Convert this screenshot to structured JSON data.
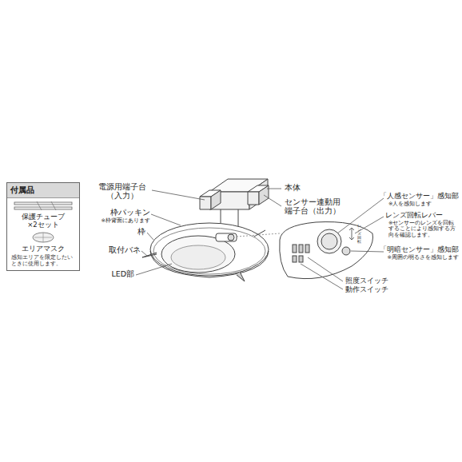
{
  "diagram": {
    "nodes": [
      {
        "text": [
          "付属品",
          "保護チューブ ×2セット",
          "エリアマスク",
          "感知エリアを限定したいときに使用します。"
        ]
      }
    ],
    "labels": [
      "電源用端子台 （入力）",
      "本体",
      "枠パッキン",
      "※枠背面にあります",
      "枠",
      "取付バネ",
      "LED部",
      "センサー連動用 端子台（出力）",
      "「人感センサー」感知部",
      "※人を感知します",
      "レンズ回転レバー",
      "※センサーのレンズを回転することにより感知する方向を確認します。",
      "「明暗センサー」感知部",
      "※周囲の明るさを感知します",
      "照度スイッチ",
      "動作スイッチ",
      "レンズ回転"
    ]
  }
}
